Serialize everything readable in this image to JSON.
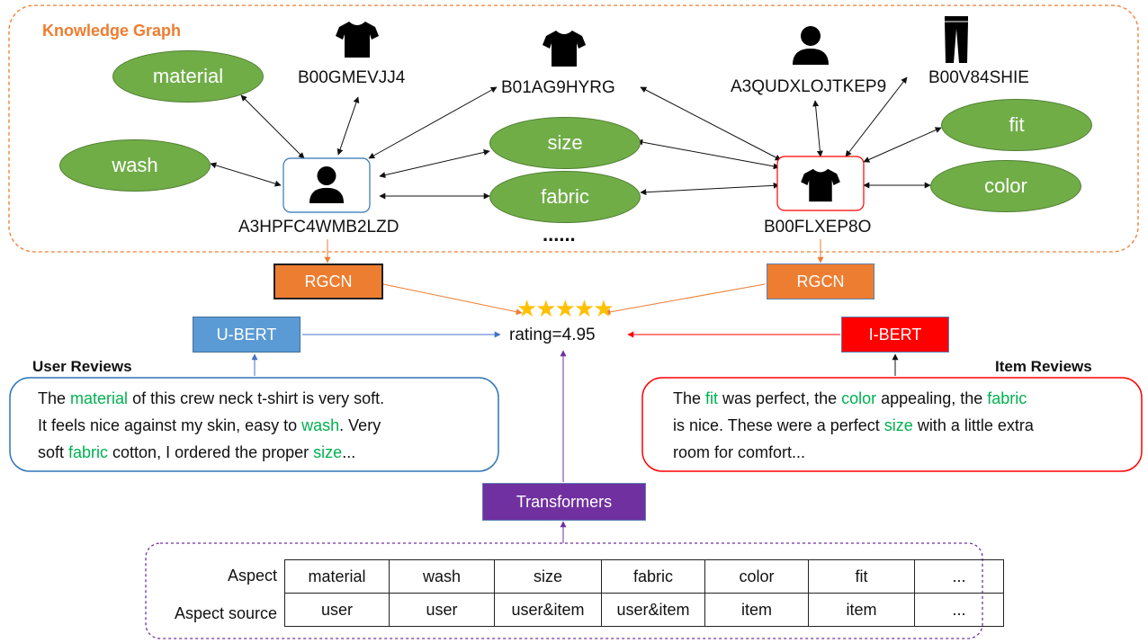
{
  "knowledge_graph": {
    "title": "Knowledge Graph",
    "aspect_nodes": {
      "material": "material",
      "wash": "wash",
      "size": "size",
      "fabric": "fabric",
      "fit": "fit",
      "color": "color"
    },
    "ids": {
      "user_main": "A3HPFC4WMB2LZD",
      "item_main": "B00FLXEP8O",
      "item_1": "B00GMEVJJ4",
      "item_2": "B01AG9HYRG",
      "user_2": "A3QUDXLOJTKEP9",
      "item_3": "B00V84SHIE"
    },
    "ellipsis": "......",
    "icons": [
      "person-icon",
      "tshirt-icon",
      "pants-icon"
    ]
  },
  "modules": {
    "rgcn_left": "RGCN",
    "rgcn_right": "RGCN",
    "u_bert": "U-BERT",
    "i_bert": "I-BERT",
    "transformers": "Transformers"
  },
  "rating": {
    "stars": "★★★★★",
    "text": "rating=4.95"
  },
  "user_reviews": {
    "title": "User Reviews",
    "segments": [
      {
        "text": "The ",
        "hl": false
      },
      {
        "text": "material",
        "hl": true
      },
      {
        "text": " of this crew neck t-shirt is very soft.",
        "hl": false
      },
      {
        "text": "It feels nice against my skin, easy to ",
        "hl": false,
        "br": true
      },
      {
        "text": "wash",
        "hl": true
      },
      {
        "text": ". Very",
        "hl": false
      },
      {
        "text": "soft ",
        "hl": false,
        "br": true
      },
      {
        "text": "fabric",
        "hl": true
      },
      {
        "text": " cotton, I ordered the proper ",
        "hl": false
      },
      {
        "text": "size",
        "hl": true
      },
      {
        "text": "...",
        "hl": false
      }
    ]
  },
  "item_reviews": {
    "title": "Item Reviews",
    "segments": [
      {
        "text": "The ",
        "hl": false
      },
      {
        "text": "fit",
        "hl": true
      },
      {
        "text": " was perfect, the ",
        "hl": false
      },
      {
        "text": "color",
        "hl": true
      },
      {
        "text": " appealing, the ",
        "hl": false
      },
      {
        "text": "fabric",
        "hl": true
      },
      {
        "text": "is nice. These were a perfect ",
        "hl": false,
        "br": true
      },
      {
        "text": "size",
        "hl": true
      },
      {
        "text": " with a little extra",
        "hl": false
      },
      {
        "text": "room for comfort...",
        "hl": false,
        "br": true
      }
    ]
  },
  "aspect_table": {
    "row_headers": [
      "Aspect",
      "Aspect source"
    ],
    "aspects": [
      "material",
      "wash",
      "size",
      "fabric",
      "color",
      "fit",
      "..."
    ],
    "sources": [
      "user",
      "user",
      "user&item",
      "user&item",
      "item",
      "item",
      "..."
    ]
  },
  "colors": {
    "accent_orange": "#ED7D31",
    "node_green": "#70AD47",
    "highlight_green": "#00B050",
    "user_blue": "#5B9BD5",
    "item_red": "#FF0000",
    "transformer_purple": "#7030A0",
    "star_gold": "#FFC000"
  }
}
